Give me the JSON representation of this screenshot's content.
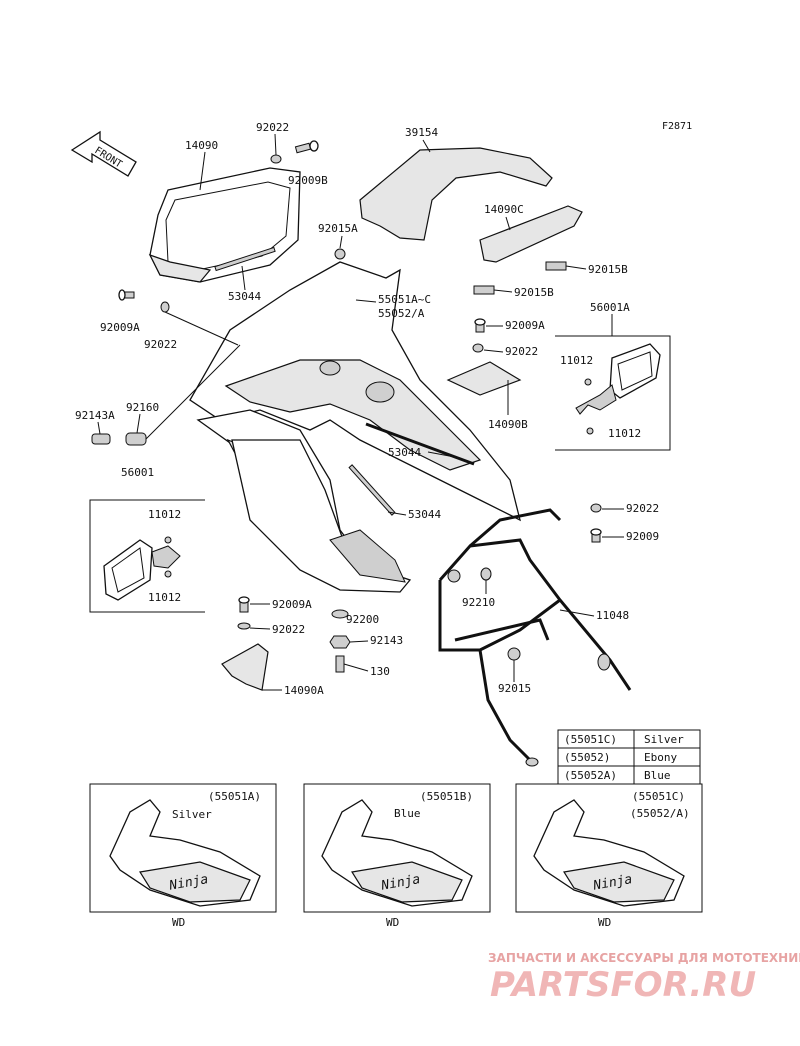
{
  "figure_code": "F2871",
  "front_arrow": "FRONT",
  "callouts": {
    "p14090": "14090",
    "p92022_top": "92022",
    "p92009B": "92009B",
    "p39154": "39154",
    "p92015A": "92015A",
    "p14090C": "14090C",
    "p92015B_1": "92015B",
    "p92015B_2": "92015B",
    "p53044_top": "53044",
    "p55051": "55051A~C",
    "p55052": "55052/A",
    "p92009A_left": "92009A",
    "p92022_left": "92022",
    "p92009A_mid": "92009A",
    "p92022_mid": "92022",
    "p56001A": "56001A",
    "p11012_r1": "11012",
    "p11012_r2": "11012",
    "p14090B": "14090B",
    "p92143A": "92143A",
    "p92160": "92160",
    "p56001": "56001",
    "p53044_mid": "53044",
    "p53044_low": "53044",
    "p92022_right": "92022",
    "p92009_right": "92009",
    "p11012_l1": "11012",
    "p11012_l2": "11012",
    "p92210": "92210",
    "p11048": "11048",
    "p92009A_low": "92009A",
    "p92200": "92200",
    "p92022_low": "92022",
    "p92143": "92143",
    "p130": "130",
    "p14090A": "14090A",
    "p92015": "92015"
  },
  "color_table": [
    {
      "code": "(55051C)",
      "color": "Silver"
    },
    {
      "code": "(55052)",
      "color": "Ebony"
    },
    {
      "code": "(55052A)",
      "color": "Blue"
    }
  ],
  "variants": [
    {
      "code": "(55051A)",
      "color": "Silver",
      "badge": "Ninja",
      "market": "WD"
    },
    {
      "code": "(55051B)",
      "color": "Blue",
      "badge": "Ninja",
      "market": "WD"
    },
    {
      "code": "(55051C)",
      "code2": "(55052/A)",
      "badge": "Ninja",
      "market": "WD"
    }
  ],
  "watermark": {
    "line1": "ЗАПЧАСТИ И АКСЕССУАРЫ ДЛЯ МОТОТЕХНИКИ",
    "line2": "PARTSFOR.RU"
  }
}
